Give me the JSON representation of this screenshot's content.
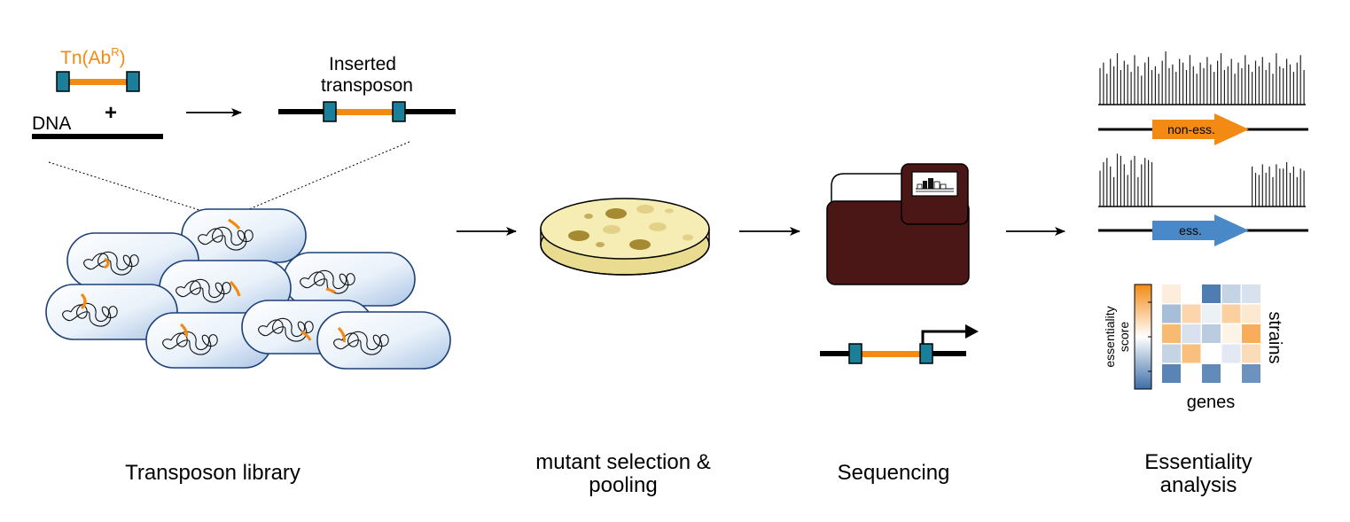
{
  "colors": {
    "orange": "#F38A13",
    "teal": "#1B7F9A",
    "blue_gene": "#4A89C8",
    "cell_stroke": "#1C3F78",
    "cell_fill_light": "#FFFFFF",
    "cell_fill_dark": "#AFC8E6",
    "plate": "#F6EDB4",
    "plate_side": "#E9DC90",
    "sequencer": "#4A1616",
    "bars": "#222222"
  },
  "step1": {
    "tn_label_main": "Tn(Ab",
    "tn_label_sup": "R",
    "tn_label_close": ")",
    "plus_sign": "+",
    "dna_label": "DNA",
    "inserted_line1": "Inserted",
    "inserted_line2": "transposon",
    "caption": "Transposon library"
  },
  "step2": {
    "caption_line1": "mutant selection &",
    "caption_line2": "pooling"
  },
  "step3": {
    "caption": "Sequencing"
  },
  "step4": {
    "non_ess_label": "non-ess.",
    "ess_label": "ess.",
    "colorbar_label_line1": "essentiality",
    "colorbar_label_line2": "score",
    "heatmap_y_label": "strains",
    "heatmap_x_label": "genes",
    "caption_line1": "Essentiality",
    "caption_line2": "analysis",
    "heatmap": [
      [
        0.15,
        0.0,
        -0.9,
        -0.3,
        -0.2
      ],
      [
        -0.45,
        0.35,
        -0.1,
        0.4,
        0.2
      ],
      [
        0.6,
        -0.2,
        -0.35,
        0.1,
        0.7
      ],
      [
        -0.3,
        0.55,
        0.0,
        -0.15,
        0.3
      ],
      [
        -0.85,
        0.0,
        -0.8,
        0.0,
        -0.75
      ]
    ]
  }
}
